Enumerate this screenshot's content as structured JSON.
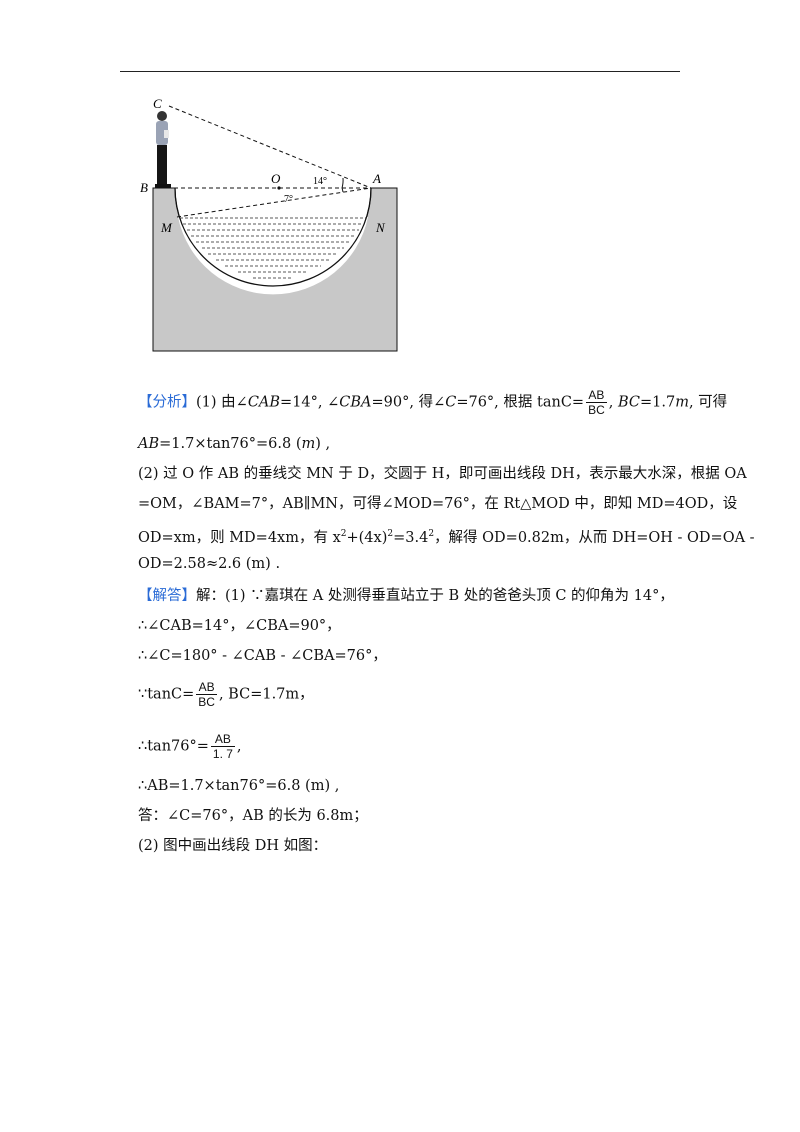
{
  "figure": {
    "labels": {
      "C": "C",
      "B": "B",
      "O": "O",
      "A": "A",
      "M": "M",
      "N": "N",
      "angle_top": "14°",
      "angle_bottom": "7°"
    },
    "colors": {
      "ground": "#c8c8c8",
      "water": "#ffffff",
      "stroke": "#111111"
    }
  },
  "analysis": {
    "tag": "【分析】",
    "l1a": "(1) 由∠",
    "l1b": "CAB",
    "l1c": "=14°, ∠",
    "l1d": "CBA",
    "l1e": "=90°, 得∠",
    "l1f": "C",
    "l1g": "=76°, 根据 tanC=",
    "frac1_num": "AB",
    "frac1_den": "BC",
    "l1h": ", ",
    "l1i": "BC",
    "l1j": "=1.7",
    "l1k": "m",
    "l1l": ", 可得",
    "l2a": "AB",
    "l2b": "=1.7×tan76°=6.8 (",
    "l2c": "m",
    "l2d": ") ,",
    "l3": "(2) 过 O 作 AB 的垂线交 MN 于 D，交圆于 H，即可画出线段 DH，表示最大水深，根据 OA",
    "l4": "=OM，∠BAM=7°，AB∥MN，可得∠MOD=76°，在 Rt△MOD 中，即知 MD=4OD，设",
    "l5a": "OD=xm，则 MD=4xm，有 x",
    "l5b": "2",
    "l5c": "+(4x)",
    "l5d": "2",
    "l5e": "=3.4",
    "l5f": "2",
    "l5g": "，解得 OD=0.82m，从而 DH=OH - OD=OA -",
    "l6": "OD=2.58≈2.6 (m) ."
  },
  "solution": {
    "tag": "【解答】",
    "l1": "解：(1) ∵嘉琪在 A 处测得垂直站立于 B 处的爸爸头顶 C 的仰角为 14°，",
    "l2": "∴∠CAB=14°，∠CBA=90°，",
    "l3": "∴∠C=180° - ∠CAB - ∠CBA=76°，",
    "l4a": "∵tanC=",
    "frac2_num": "AB",
    "frac2_den": "BC",
    "l4b": ", BC=1.7m，",
    "l5a": "∴tan76°=",
    "frac3_num": "AB",
    "frac3_den": "1. 7",
    "l5b": ",",
    "l6": "∴AB=1.7×tan76°=6.8 (m) ,",
    "l7": "答：∠C=76°，AB 的长为 6.8m；",
    "l8": "(2) 图中画出线段 DH 如图："
  }
}
